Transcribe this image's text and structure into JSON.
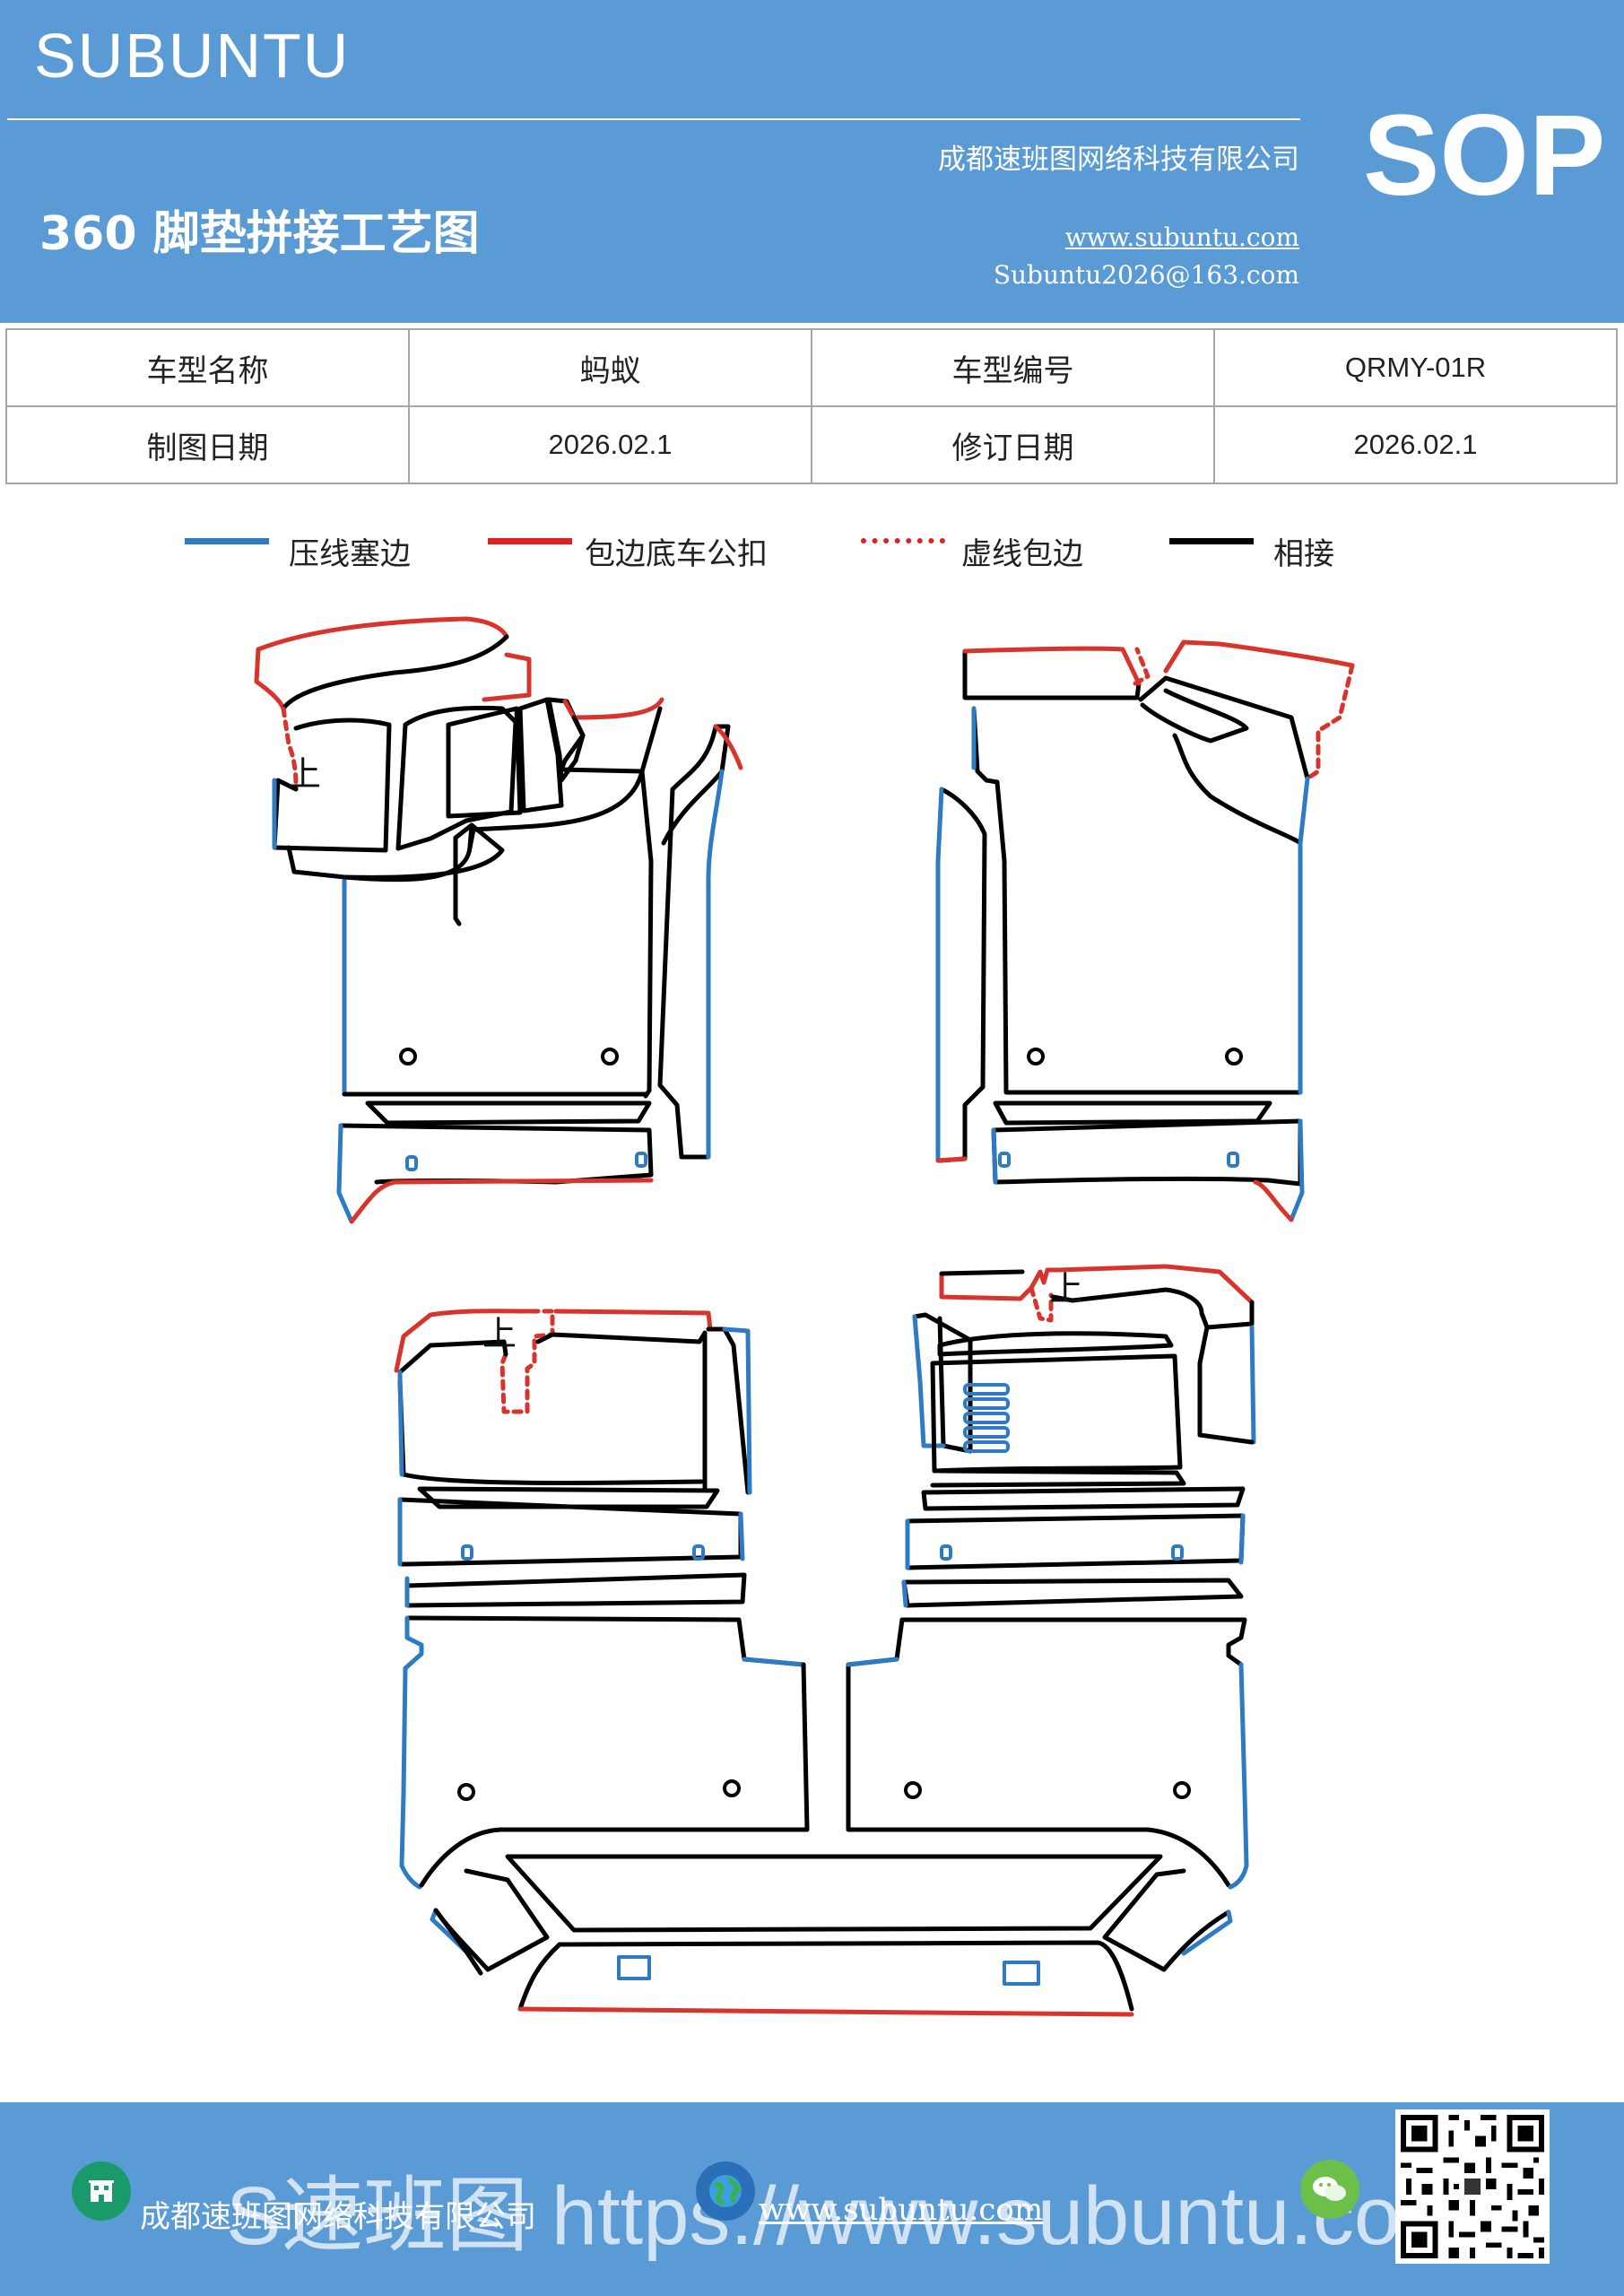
{
  "header": {
    "brand": "SUBUNTU",
    "company": "成都速班图网络科技有限公司",
    "website": "www.subuntu.com",
    "email": "Subuntu2026@163.com",
    "title": "360 脚垫拼接工艺图",
    "badge": "SOP",
    "background_color": "#5b9bd5"
  },
  "info_table": [
    [
      "车型名称",
      "蚂蚁",
      "车型编号",
      "QRMY-01R"
    ],
    [
      "制图日期",
      "2026.02.1",
      "修订日期",
      "2026.02.1"
    ]
  ],
  "legend": [
    {
      "label": "压线塞边",
      "color": "#2e7bc4",
      "style": "solid"
    },
    {
      "label": "包边底车公扣",
      "color": "#e02020",
      "style": "solid"
    },
    {
      "label": "虚线包边",
      "color": "#e02020",
      "style": "dotted"
    },
    {
      "label": "相接",
      "color": "#000000",
      "style": "solid"
    }
  ],
  "drawing": {
    "labels": [
      "上",
      "上",
      "上"
    ]
  },
  "footer": {
    "company": "成都速班图网络科技有限公司",
    "website": "www.subuntu.com",
    "watermark": "S速班图 https://www.subuntu.com",
    "icons": [
      "building-icon",
      "globe-icon",
      "wechat-icon",
      "qr-code-icon"
    ]
  }
}
